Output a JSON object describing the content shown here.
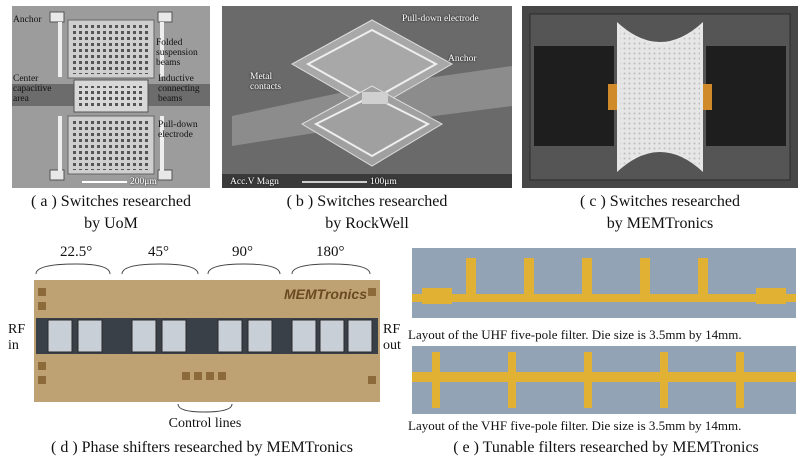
{
  "panel_a": {
    "labels": {
      "anchor": "Anchor",
      "folded": "Folded\nsuspension\nbeams",
      "center": "Center\ncapacitive\narea",
      "inductive": "Inductive\nconnecting\nbeams",
      "pulldown": "Pull-down\nelectrode"
    },
    "scale": "200μm",
    "caption_line1": "( a ) Switches researched",
    "caption_line2": "by UoM"
  },
  "panel_b": {
    "labels": {
      "pulldown": "Pull-down electrode",
      "anchor": "Anchor",
      "metal": "Metal\ncontacts"
    },
    "footer": "Acc.V Magn",
    "scale": "100μm",
    "caption_line1": "( b ) Switches researched",
    "caption_line2": "by RockWell"
  },
  "panel_c": {
    "caption_line1": "( c ) Switches researched",
    "caption_line2": "by MEMTronics"
  },
  "panel_d": {
    "phases": [
      "22.5°",
      "45°",
      "90°",
      "180°"
    ],
    "rf_in": "RF\nin",
    "rf_out": "RF\nout",
    "logo": "MEMTronics",
    "control": "Control lines",
    "caption": "( d ) Phase shifters researched by MEMTronics"
  },
  "panel_e": {
    "uhf_text": "Layout of the UHF five-pole filter. Die size is 3.5mm by 14mm.",
    "vhf_text": "Layout of the VHF five-pole filter. Die size is 3.5mm by 14mm.",
    "caption": "( e ) Tunable filters researched by MEMTronics"
  }
}
